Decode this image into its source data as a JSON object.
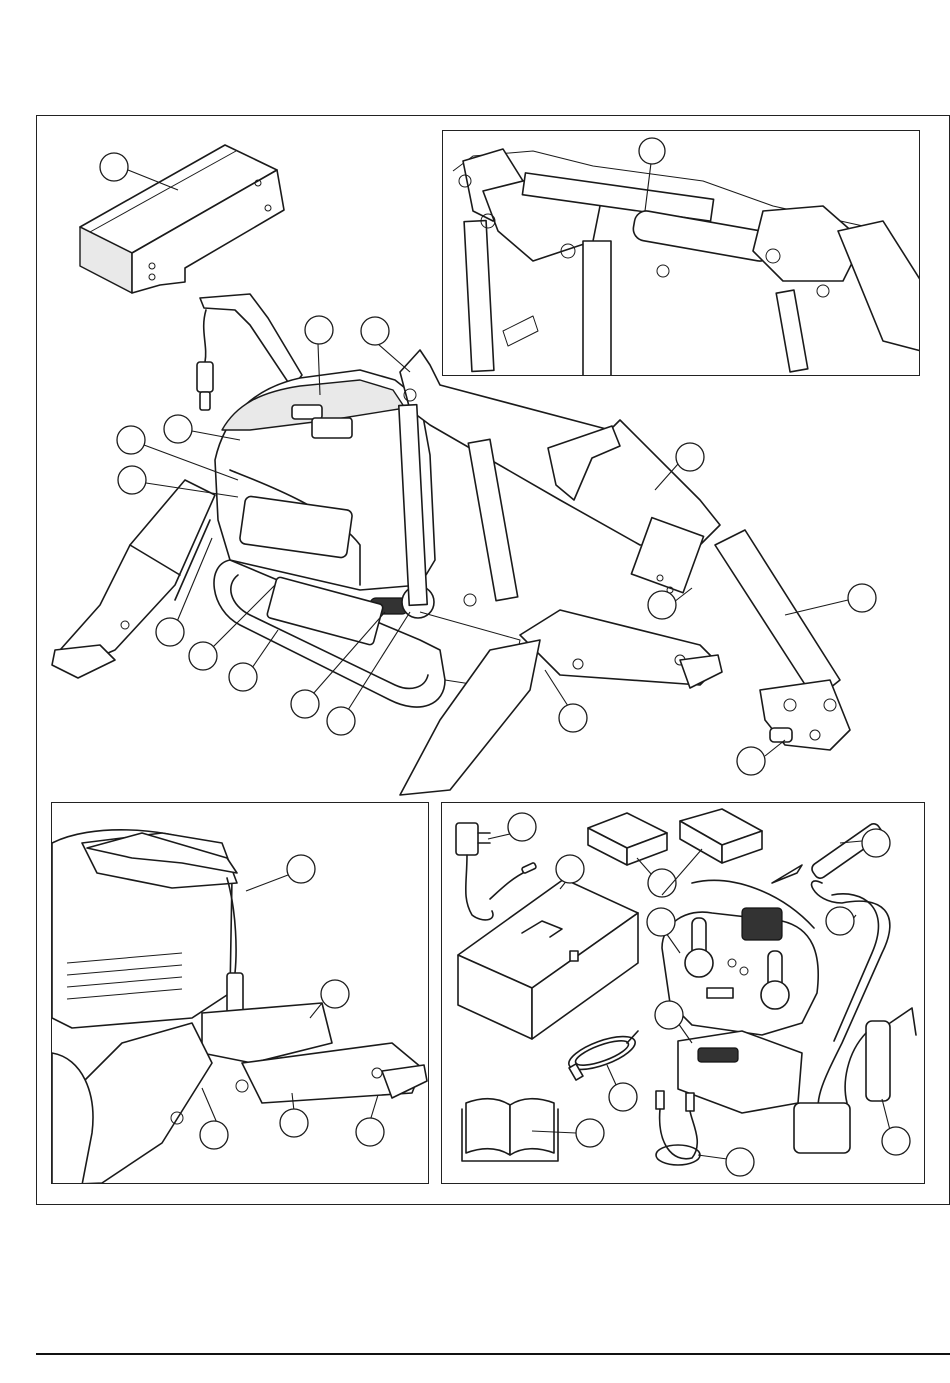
{
  "figure": {
    "callouts": {
      "main": 19,
      "top_inset": 1,
      "bottom_left_inset": 5,
      "bottom_right_inset": 14
    },
    "panels": [
      "main-view",
      "top-right-inset",
      "bottom-left-inset",
      "bottom-right-inset"
    ]
  },
  "icons": [
    "manual-book-icon",
    "toolbox-icon",
    "charger-icon",
    "battery-icon",
    "remote-control-icon",
    "grease-gun-icon",
    "cable-icon",
    "harness-icon",
    "grease-tube-icon"
  ]
}
